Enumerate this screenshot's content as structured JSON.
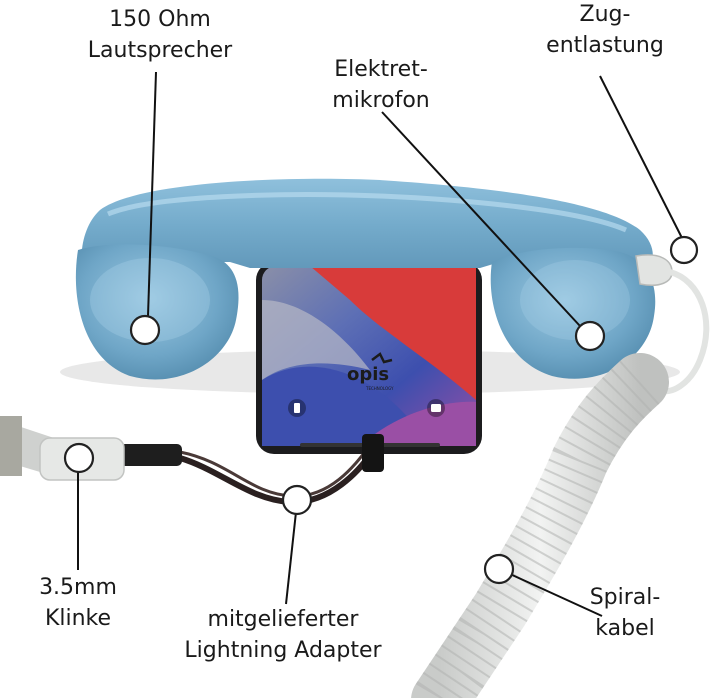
{
  "labels": {
    "speaker": {
      "line1": "150 Ohm",
      "line2": "Lautsprecher"
    },
    "microphone": {
      "line1": "Elektret-",
      "line2": "mikrofon"
    },
    "strain_relief": {
      "line1": "Zug-",
      "line2": "entlastung"
    },
    "jack": {
      "line1": "3.5mm",
      "line2": "Klinke"
    },
    "adapter": {
      "line1": "mitgelieferter",
      "line2": "Lightning Adapter"
    },
    "coil_cable": {
      "line1": "Spiral-",
      "line2": "kabel"
    }
  },
  "phone_screen": {
    "logo_text": "opis",
    "logo_subtext": "TECHNOLOGY"
  },
  "colors": {
    "handset_blue": "#78aecd",
    "handset_dark": "#4f87a8",
    "cable_white": "#e6e8e6",
    "marker_fill": "#ffffff",
    "marker_stroke": "#222222",
    "screen_red": "#d83b3a",
    "screen_blue": "#3d4fae",
    "screen_purple": "#9a4fa5"
  }
}
